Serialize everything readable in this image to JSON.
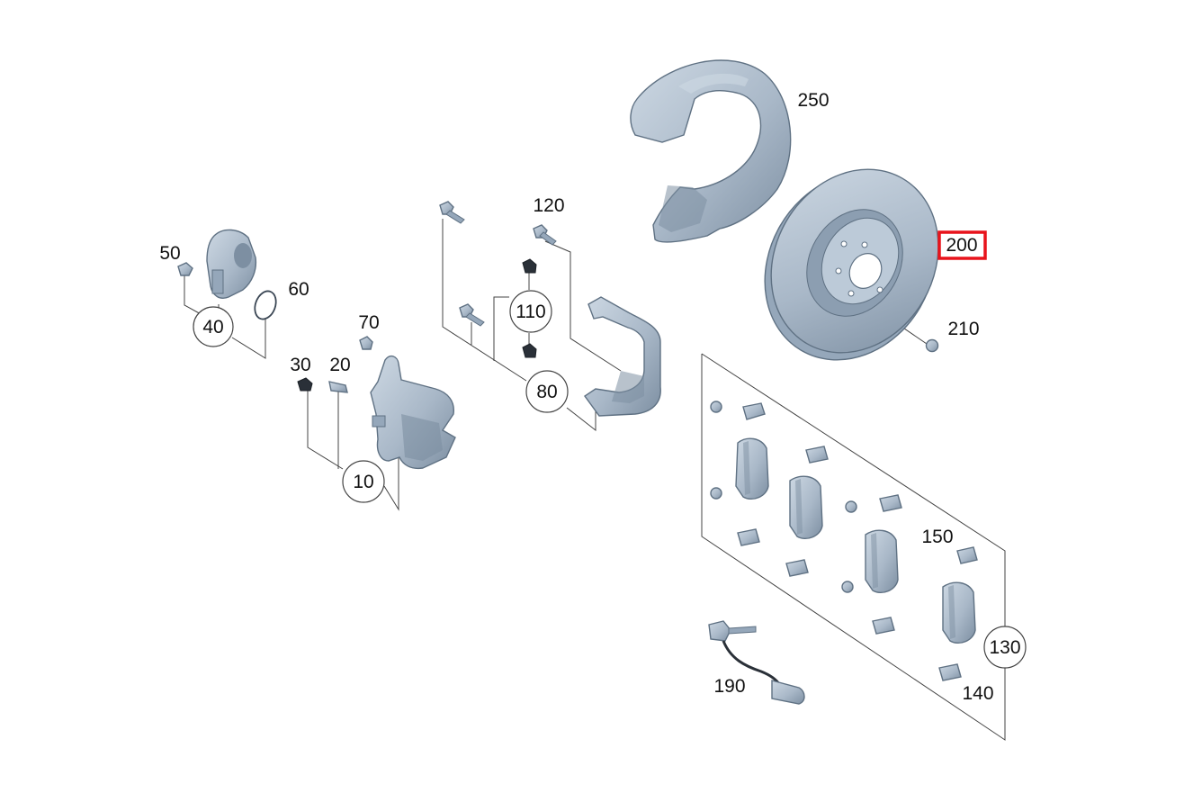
{
  "colors": {
    "part_fill": "#a9b8c8",
    "part_dark": "#7d8fa2",
    "part_light": "#cdd8e3",
    "highlight": "#e8131b"
  },
  "callouts": {
    "c10": "10",
    "c20": "20",
    "c30": "30",
    "c40": "40",
    "c50": "50",
    "c60": "60",
    "c70": "70",
    "c80": "80",
    "c110": "110",
    "c120": "120",
    "c130": "130",
    "c140": "140",
    "c150": "150",
    "c190": "190",
    "c200": "200",
    "c210": "210",
    "c250": "250"
  },
  "highlighted_callout": "200"
}
